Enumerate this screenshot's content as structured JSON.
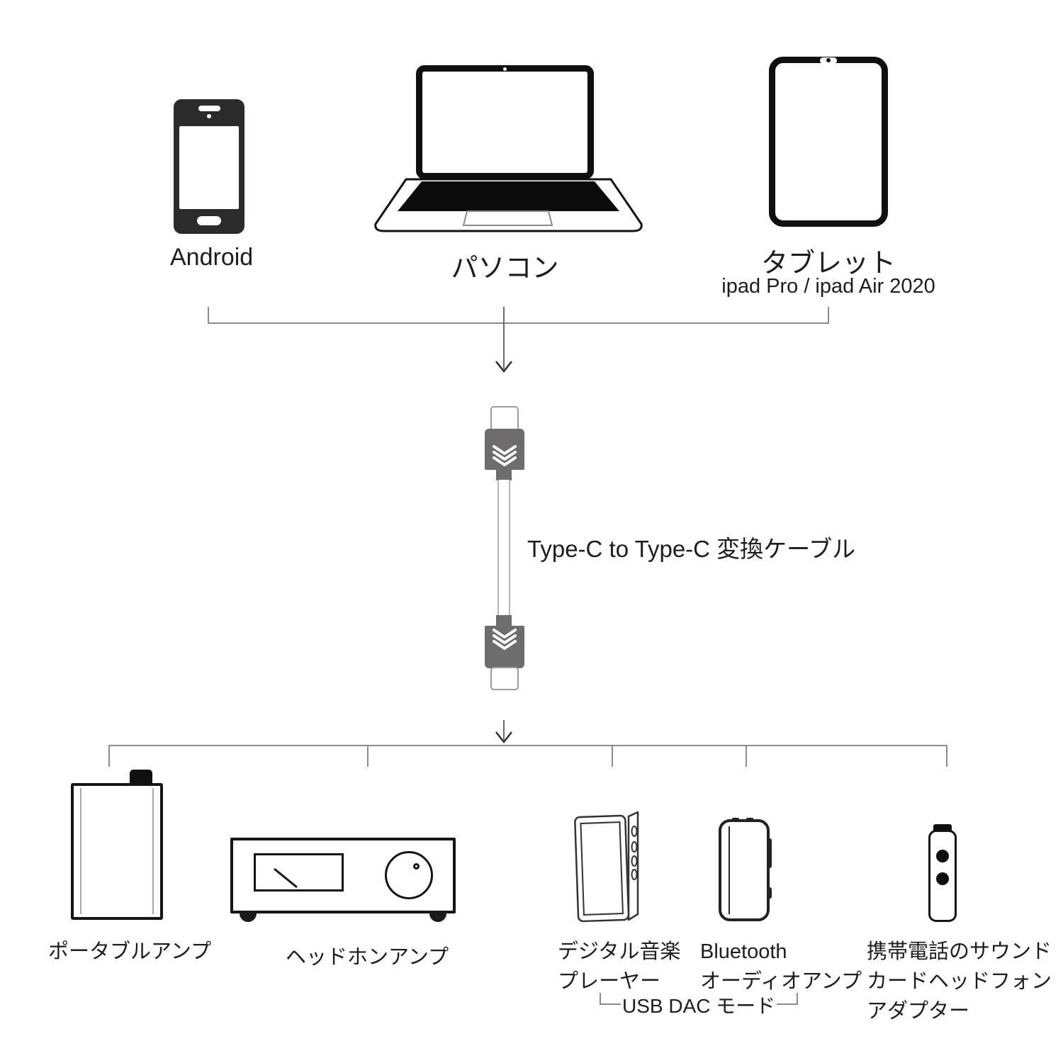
{
  "colors": {
    "connector": "#6e6c6d",
    "line": "#8c8c8c",
    "ink": "#151515",
    "text": "#1d1d1d"
  },
  "sources": {
    "android": {
      "label": "Android"
    },
    "pc": {
      "label": "パソコン"
    },
    "tablet": {
      "label": "タブレット",
      "sublabel": "ipad Pro / ipad Air 2020"
    }
  },
  "cable": {
    "label": "Type-C to Type-C 変換ケーブル"
  },
  "sinks": {
    "portable_amp": {
      "label": "ポータブルアンプ"
    },
    "headphone_amp": {
      "label": "ヘッドホンアンプ"
    },
    "digital_player": {
      "lines": [
        "デジタル音楽",
        "プレーヤー"
      ]
    },
    "bluetooth_amp": {
      "lines": [
        "Bluetooth",
        "オーディオアンプ"
      ]
    },
    "adapter": {
      "lines": [
        "携帯電話のサウンド",
        "カードヘッドフォン",
        "アダプター"
      ]
    }
  },
  "usb_dac": {
    "label": "USB DAC モード"
  }
}
